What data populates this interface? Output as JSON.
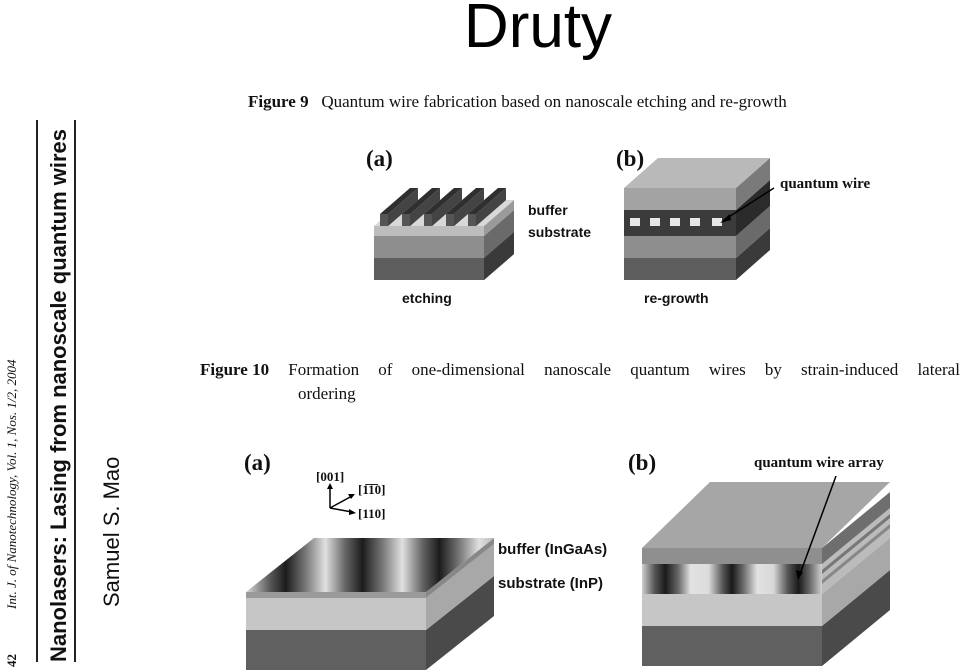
{
  "slide": {
    "title": "Druty"
  },
  "sidebar": {
    "journal": "Int. J. of Nanotechnology, Vol. 1, Nos. 1/2, 2004",
    "page_number": "42",
    "article_title": "Nanolasers: Lasing from nanoscale quantum wires",
    "author": "Samuel S. Mao"
  },
  "figure9": {
    "caption_label": "Figure 9",
    "caption_text": "Quantum wire fabrication based on nanoscale etching and re-growth",
    "panel_a": {
      "label": "(a)",
      "caption": "etching",
      "layer_top": "buffer",
      "layer_bottom": "substrate"
    },
    "panel_b": {
      "label": "(b)",
      "caption": "re-growth",
      "annotation": "quantum wire"
    }
  },
  "figure10": {
    "caption_label": "Figure 10",
    "caption_words": [
      "Formation",
      "of",
      "one-dimensional",
      "nanoscale",
      "quantum",
      "wires",
      "by",
      "strain-induced",
      "lateral"
    ],
    "caption_line2": "ordering",
    "panel_a": {
      "label": "(a)",
      "axis_001": "[001]",
      "axis_1m10": "[1̅1̅0]",
      "axis_110": "[110]",
      "layer_top": "buffer (InGaAs)",
      "layer_bottom": "substrate (InP)"
    },
    "panel_b": {
      "label": "(b)",
      "annotation": "quantum wire array"
    }
  },
  "colors": {
    "text": "#111111",
    "dark_layer": "#4a4a4a",
    "mid_layer": "#8c8c8c",
    "light_layer": "#c4c4c4"
  }
}
